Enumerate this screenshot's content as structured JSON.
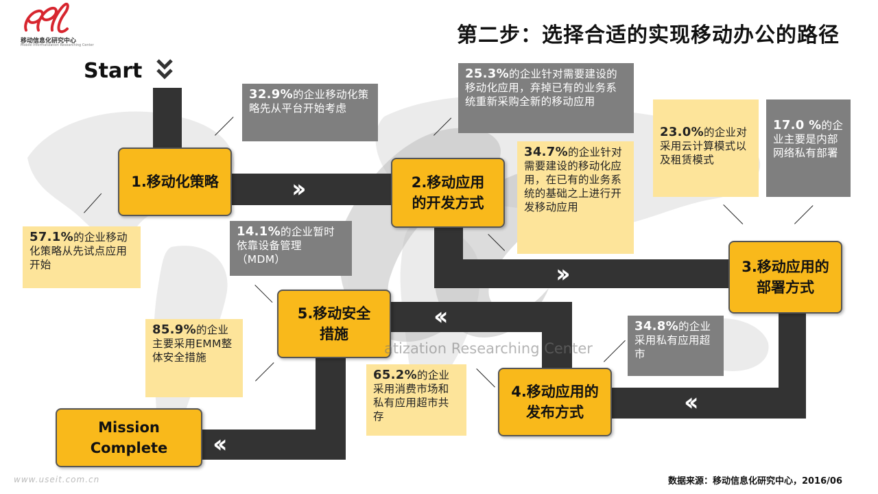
{
  "header": {
    "logo_text": "移动信息化研究中心",
    "logo_subtext": "Mobile Informatization Researching Center",
    "title": "第二步：选择合适的实现移动办公的路径",
    "start_label": "Start"
  },
  "steps": [
    {
      "label": "1.移动化策略"
    },
    {
      "label": "2.移动应用的开发方式"
    },
    {
      "label": "3.移动应用的部署方式"
    },
    {
      "label": "4.移动应用的发布方式"
    },
    {
      "label": "5.移动安全措施"
    },
    {
      "label": "Mission Complete"
    }
  ],
  "notes": {
    "n1": {
      "pct": "32.9%",
      "text": "的企业移动化策略先从平台开始考虑"
    },
    "n2": {
      "pct": "57.1%",
      "text": "的企业移动化策略从先试点应用开始"
    },
    "n3": {
      "pct": "25.3%",
      "text": "的企业针对需要建设的移动化应用，弃掉已有的业务系统重新采购全新的移动应用"
    },
    "n4": {
      "pct": "34.7%",
      "text": "的企业针对需要建设的移动化应用，在已有的业务系统的基础之上进行开发移动应用"
    },
    "n5": {
      "pct": "23.0%",
      "text": "的企业对采用云计算模式以及租赁模式"
    },
    "n6": {
      "pct": "17.0 %",
      "text": "的企业主要是内部网络私有部署"
    },
    "n7": {
      "pct": "34.8%",
      "text": "的企业采用私有应用超市"
    },
    "n8": {
      "pct": "65.2%",
      "text": "的企业采用消费市场和私有应用超市共存"
    },
    "n9": {
      "pct": "14.1%",
      "text": "的企业暂时依靠设备管理（MDM）"
    },
    "n10": {
      "pct": "85.9%",
      "text": "的企业主要采用EMM整体安全措施"
    }
  },
  "watermark": "atization Researching Center",
  "footer": {
    "source": "数据来源：移动信息化研究中心，2016/06",
    "url": "www.useit.com.cn"
  },
  "colors": {
    "step_fill": "#f9b91b",
    "note_yellow": "#fde49a",
    "note_gray": "#7f7f7f",
    "road": "#333333"
  }
}
